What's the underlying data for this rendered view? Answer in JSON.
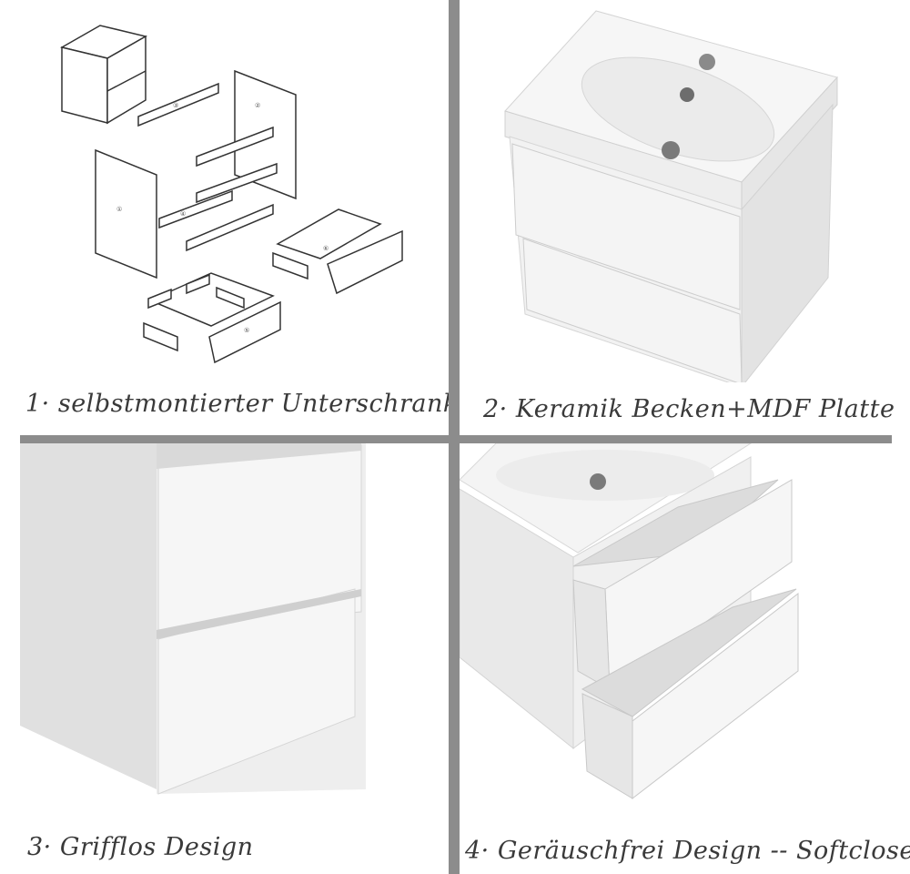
{
  "panels": [
    {
      "caption": "1· selbstmontierter Unterschrank",
      "illustration": "exploded-assembly-diagram"
    },
    {
      "caption": "2· Keramik Becken+MDF Platte",
      "illustration": "ceramic-sink-vanity"
    },
    {
      "caption": "3· Grifflos Design",
      "illustration": "handleless-drawers-closeup"
    },
    {
      "caption": "4· Geräuschfrei Design -- Softclose",
      "illustration": "open-softclose-drawers"
    }
  ],
  "colors": {
    "divider": "#8c8c8c",
    "caption": "#3a3a3a",
    "cabinet": "#f1f1f1"
  }
}
